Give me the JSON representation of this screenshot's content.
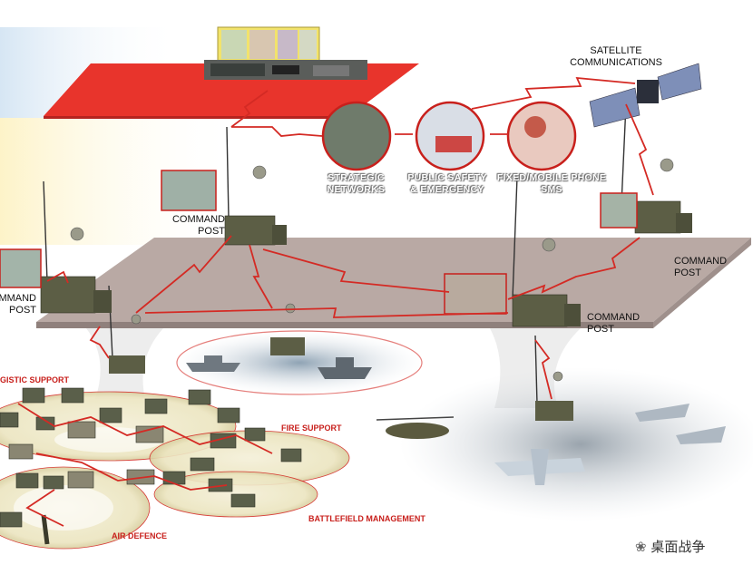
{
  "labels": {
    "satellite": [
      "SATELLITE",
      "COMMUNICATIONS"
    ],
    "strategic": [
      "STRATEGIC",
      "NETWORKS"
    ],
    "public_safety": [
      "PUBLIC SAFETY",
      "& EMERGENCY"
    ],
    "phone": [
      "FIXED/MOBILE PHONE",
      "SMS"
    ],
    "cp_top": [
      "COMMAND",
      "POST"
    ],
    "cp_left": [
      "COMMAND",
      "POST"
    ],
    "cp_right": [
      "COMMAND",
      "POST"
    ],
    "cp_mid": [
      "COMMAND",
      "POST"
    ],
    "logistic": "GISTIC SUPPORT",
    "fire": "FIRE SUPPORT",
    "battlefield": "BATTLEFIELD MANAGEMENT",
    "air": "AIR DEFENCE"
  },
  "watermark": "桌面战争",
  "colors": {
    "link_red": "#d42a24",
    "platform_grey": "#b9a9a4",
    "top_platform": "#e8342c"
  }
}
